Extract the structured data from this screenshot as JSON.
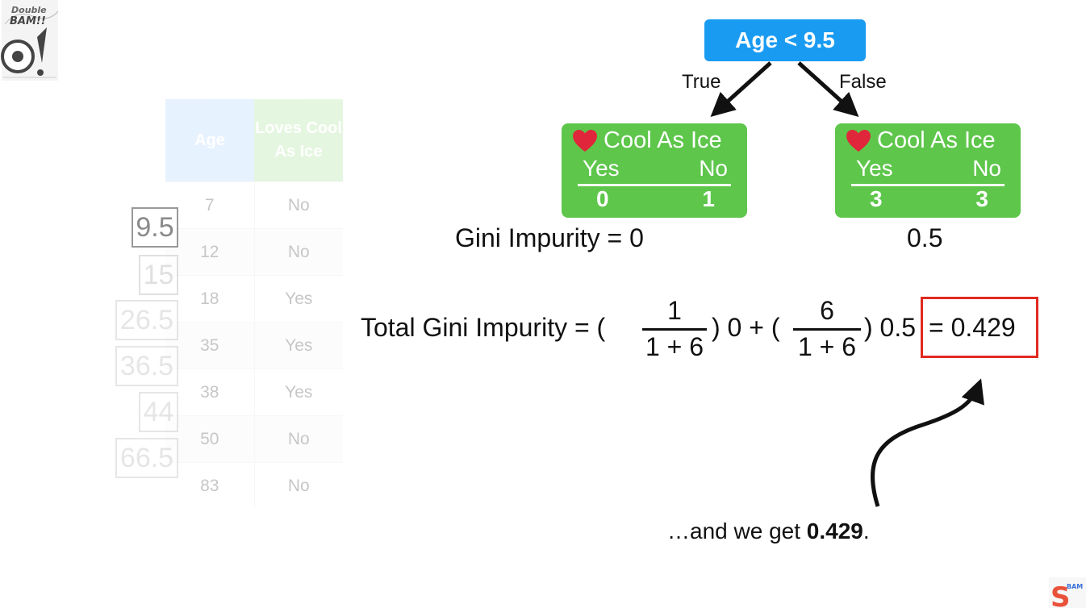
{
  "logo_top": {
    "icon": "double-bam-icon",
    "text": "Double BAM!!"
  },
  "logo_bottom": {
    "icon": "statquest-icon"
  },
  "table": {
    "headers": [
      "Age",
      "Loves Cool As Ice"
    ],
    "rows": [
      [
        "7",
        "No"
      ],
      [
        "12",
        "No"
      ],
      [
        "18",
        "Yes"
      ],
      [
        "35",
        "Yes"
      ],
      [
        "38",
        "Yes"
      ],
      [
        "50",
        "No"
      ],
      [
        "83",
        "No"
      ]
    ]
  },
  "thresholds": [
    "9.5",
    "15",
    "26.5",
    "36.5",
    "44",
    "66.5"
  ],
  "tree": {
    "root_label": "Age < 9.5",
    "true_label": "True",
    "false_label": "False",
    "left_leaf": {
      "title": "Cool As Ice",
      "yes_label": "Yes",
      "no_label": "No",
      "yes_count": "0",
      "no_count": "1"
    },
    "right_leaf": {
      "title": "Cool As Ice",
      "yes_label": "Yes",
      "no_label": "No",
      "yes_count": "3",
      "no_count": "3"
    },
    "left_gini": "Gini Impurity = 0",
    "right_gini": "0.5",
    "heart_color": "#e0263a",
    "root_color": "#1a9bf2",
    "leaf_color": "#5ec64b"
  },
  "equation": {
    "prefix": "Total Gini Impurity = (",
    "frac1_num": "1",
    "frac1_den": "1 + 6",
    "mid": ") 0 + (",
    "frac2_num": "6",
    "frac2_den": "1 + 6",
    "suffix": ") 0.5",
    "result": "= 0.429",
    "result_box_color": "#e12a20"
  },
  "caption": {
    "prefix": "…and we get ",
    "value": "0.429",
    "suffix": "."
  }
}
